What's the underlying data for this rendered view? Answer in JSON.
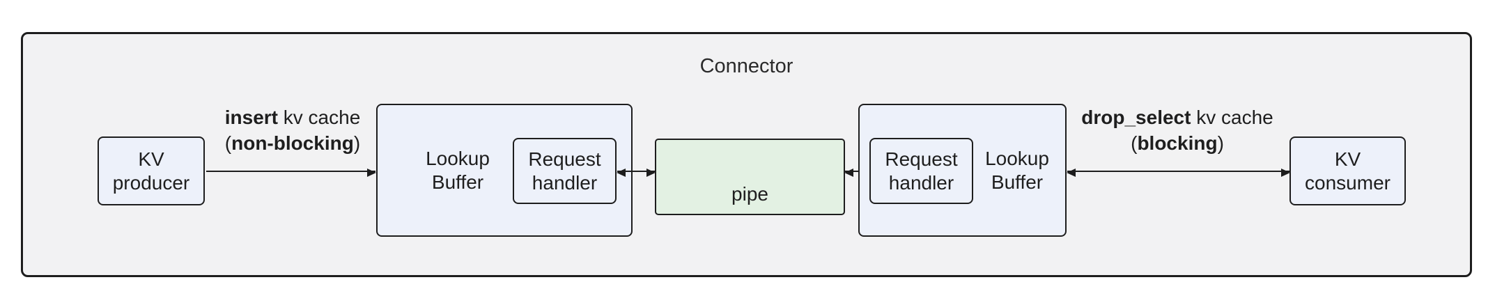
{
  "title": "Connector",
  "nodes": {
    "producer": {
      "line1": "KV",
      "line2": "producer"
    },
    "consumer": {
      "line1": "KV",
      "line2": "consumer"
    },
    "left_buffer": {
      "line1": "Lookup",
      "line2": "Buffer"
    },
    "left_handler": {
      "line1": "Request",
      "line2": "handler"
    },
    "right_buffer": {
      "line1": "Lookup",
      "line2": "Buffer"
    },
    "right_handler": {
      "line1": "Request",
      "line2": "handler"
    },
    "pipe": "pipe"
  },
  "edges": {
    "insert": {
      "verb": "insert",
      "rest": " kv cache",
      "open": "(",
      "mode": "non-blocking",
      "close": ")"
    },
    "drop": {
      "verb": "drop_select",
      "rest": " kv cache",
      "open": "(",
      "mode": "blocking",
      "close": ")"
    }
  },
  "colors": {
    "container_fill": "#f2f2f3",
    "node_fill": "#edf1fa",
    "pipe_fill": "#e3f1e3",
    "stroke": "#1d1d1d"
  }
}
